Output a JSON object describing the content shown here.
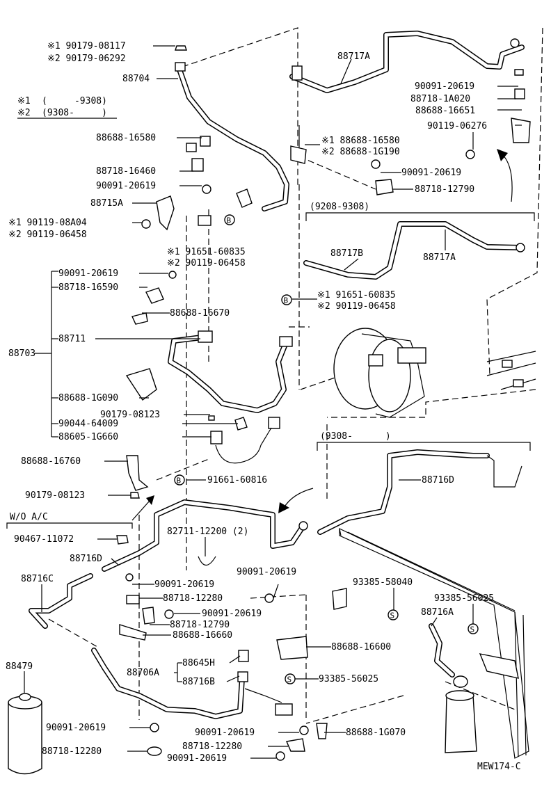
{
  "legend": {
    "r1_mark": "※1",
    "r1_range": "(     -9308)",
    "r2_mark": "※2",
    "r2_range": "(9308-     )"
  },
  "ranges": {
    "r9208_9308": "(9208-9308)",
    "r9308": "(9308-      )"
  },
  "variant_wo_ac": "W/O A/C",
  "marker_letter_b": "B",
  "marker_letter_s": "S",
  "code": "MEW174-C",
  "labels": [
    "※1 90179-08117",
    "※2 90179-06292",
    "88704",
    "88688-16580",
    "88718-16460",
    "90091-20619",
    "88715A",
    "※1 90119-08A04",
    "※2 90119-06458",
    "※1 91651-60835",
    "※2 90119-06458",
    "90091-20619",
    "88718-16590",
    "88688-16670",
    "88703",
    "88711",
    "88688-1G090",
    "90179-08123",
    "90044-64009",
    "88605-1G660",
    "88688-16760",
    "91661-60816",
    "90179-08123",
    "90467-11072",
    "88716D",
    "88716C",
    "88479",
    "88717A",
    "90091-20619",
    "88718-1A020",
    "88688-16651",
    "90119-06276",
    "※1 88688-16580",
    "※2 88688-1G190",
    "90091-20619",
    "88718-12790",
    "88717B",
    "88717A",
    "※1 91651-60835",
    "※2 90119-06458",
    "88716D",
    "82711-12200 (2)",
    "90091-20619",
    "90091-20619",
    "88718-12280",
    "90091-20619",
    "88718-12790",
    "88688-16660",
    "93385-58040",
    "93385-56025",
    "88716A",
    "88688-16600",
    "88645H",
    "88706A",
    "88716B",
    "93385-56025",
    "90091-20619",
    "90091-20619",
    "88688-1G070",
    "88718-12280",
    "88718-12280",
    "90091-20619"
  ]
}
